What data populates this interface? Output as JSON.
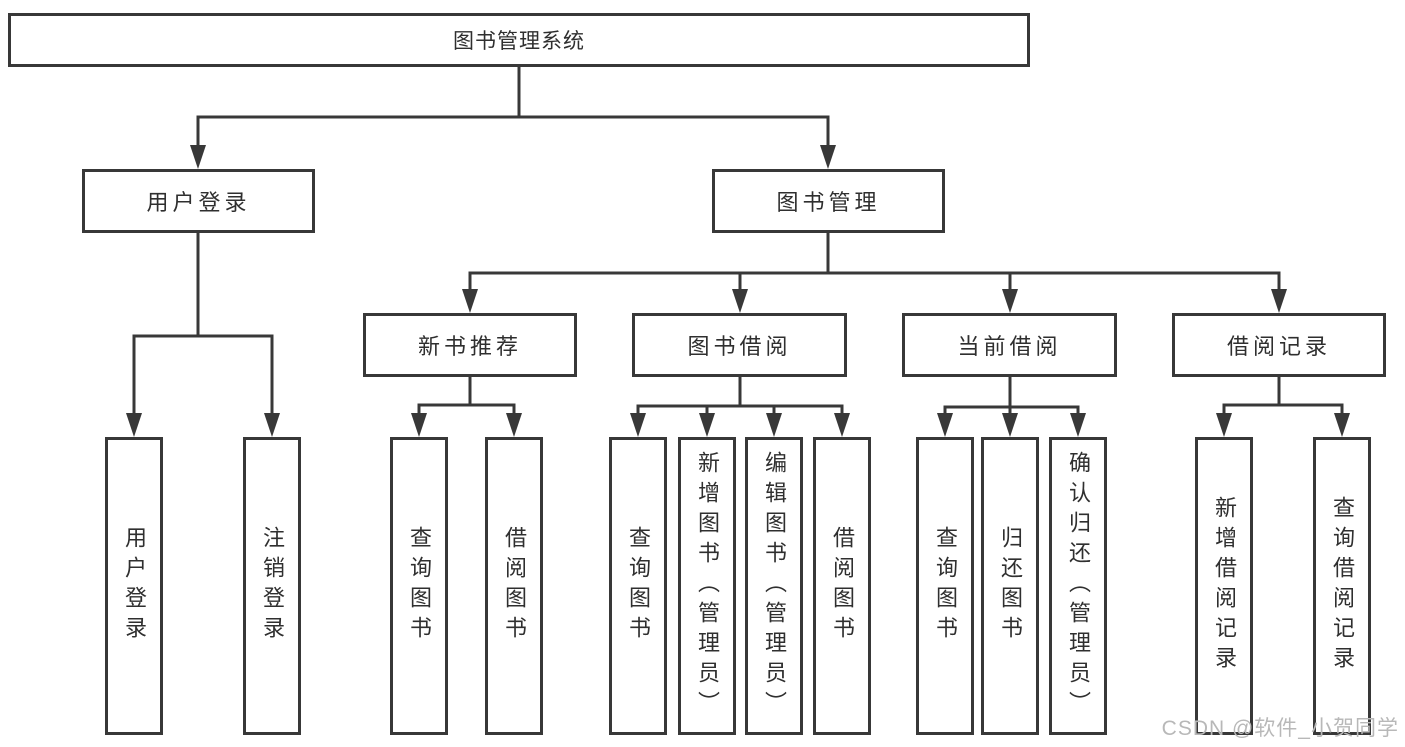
{
  "diagram": {
    "root": {
      "label": "图书管理系统"
    },
    "branches": [
      {
        "label": "用户登录",
        "children": [
          "用户登录",
          "注销登录"
        ]
      },
      {
        "label": "图书管理",
        "modules": [
          {
            "label": "新书推荐",
            "children": [
              "查询图书",
              "借阅图书"
            ]
          },
          {
            "label": "图书借阅",
            "children": [
              "查询图书",
              "新增图书（管理员）",
              "编辑图书（管理员）",
              "借阅图书"
            ]
          },
          {
            "label": "当前借阅",
            "children": [
              "查询图书",
              "归还图书",
              "确认归还（管理员）"
            ]
          },
          {
            "label": "借阅记录",
            "children": [
              "新增借阅记录",
              "查询借阅记录"
            ]
          }
        ]
      }
    ]
  },
  "watermark": {
    "text": "CSDN @软件_小贺同学"
  },
  "colors": {
    "line": "#383838",
    "text": "#2f2f2f",
    "watermark": "#b8b8b8",
    "background": "#ffffff"
  }
}
